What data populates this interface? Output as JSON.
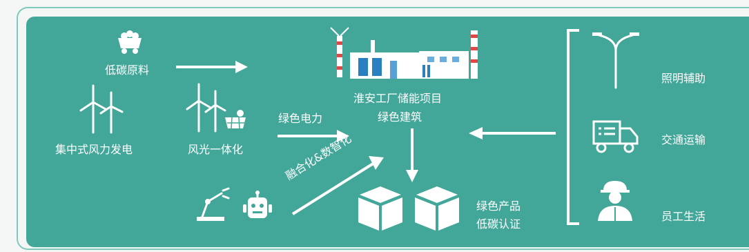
{
  "nodes": {
    "raw_material": "低碳原料",
    "centralized_wind": "集中式风力发电",
    "wind_solar": "风光一体化",
    "green_power": "绿色电力",
    "project_title": "淮安工厂储能项目",
    "green_building": "绿色建筑",
    "fusion_digital": "融合化&数智化",
    "green_product": "绿色产品",
    "low_carbon_cert": "低碳认证",
    "lighting": "照明辅助",
    "transport": "交通运输",
    "staff_life": "员工生活"
  },
  "colors": {
    "panel": "#42a799",
    "frame": "#7fc9bd",
    "text": "#ffffff"
  }
}
